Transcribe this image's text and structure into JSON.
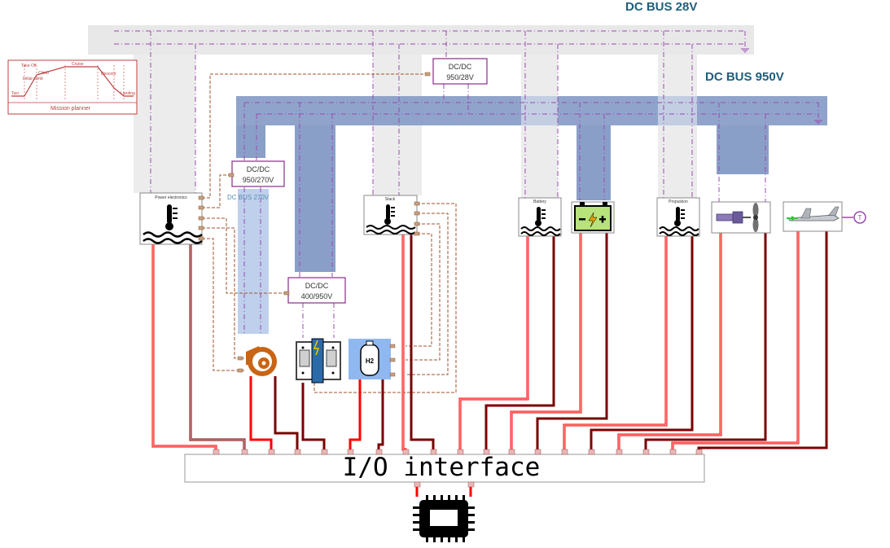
{
  "buses": {
    "dc28": "DC BUS 28V",
    "dc950": "DC BUS 950V",
    "dc270": "DC BUS 270V"
  },
  "converters": {
    "c1_line1": "DC/DC",
    "c1_line2": "950/28V",
    "c2_line1": "DC/DC",
    "c2_line2": "950/270V",
    "c3_line1": "DC/DC",
    "c3_line2": "400/950V"
  },
  "mission_planner": {
    "title": "Mission planner",
    "phases": [
      "Take Off",
      "Initial climb",
      "Climb",
      "Cruise",
      "Descent",
      "Landing",
      "Taxi"
    ]
  },
  "thermal_units": {
    "power_electronics": "Power electronics",
    "stack": "Stack",
    "battery": "Battery",
    "propulsion": "Propulsion"
  },
  "icons": {
    "h2_tank_label": "H2",
    "temp_sensor": "T"
  },
  "io": {
    "label": "I/O interface"
  },
  "colors": {
    "bus28_fill": "#e8e8e8",
    "bus950_fill": "#8a9fc8",
    "bus270_fill": "#bed0ec",
    "bus_title": "#1f5f7a",
    "converter_border": "#8a2b8a",
    "signal_red": "#ff0000",
    "signal_dark": "#7a0000",
    "control_brown": "#a0522d"
  }
}
